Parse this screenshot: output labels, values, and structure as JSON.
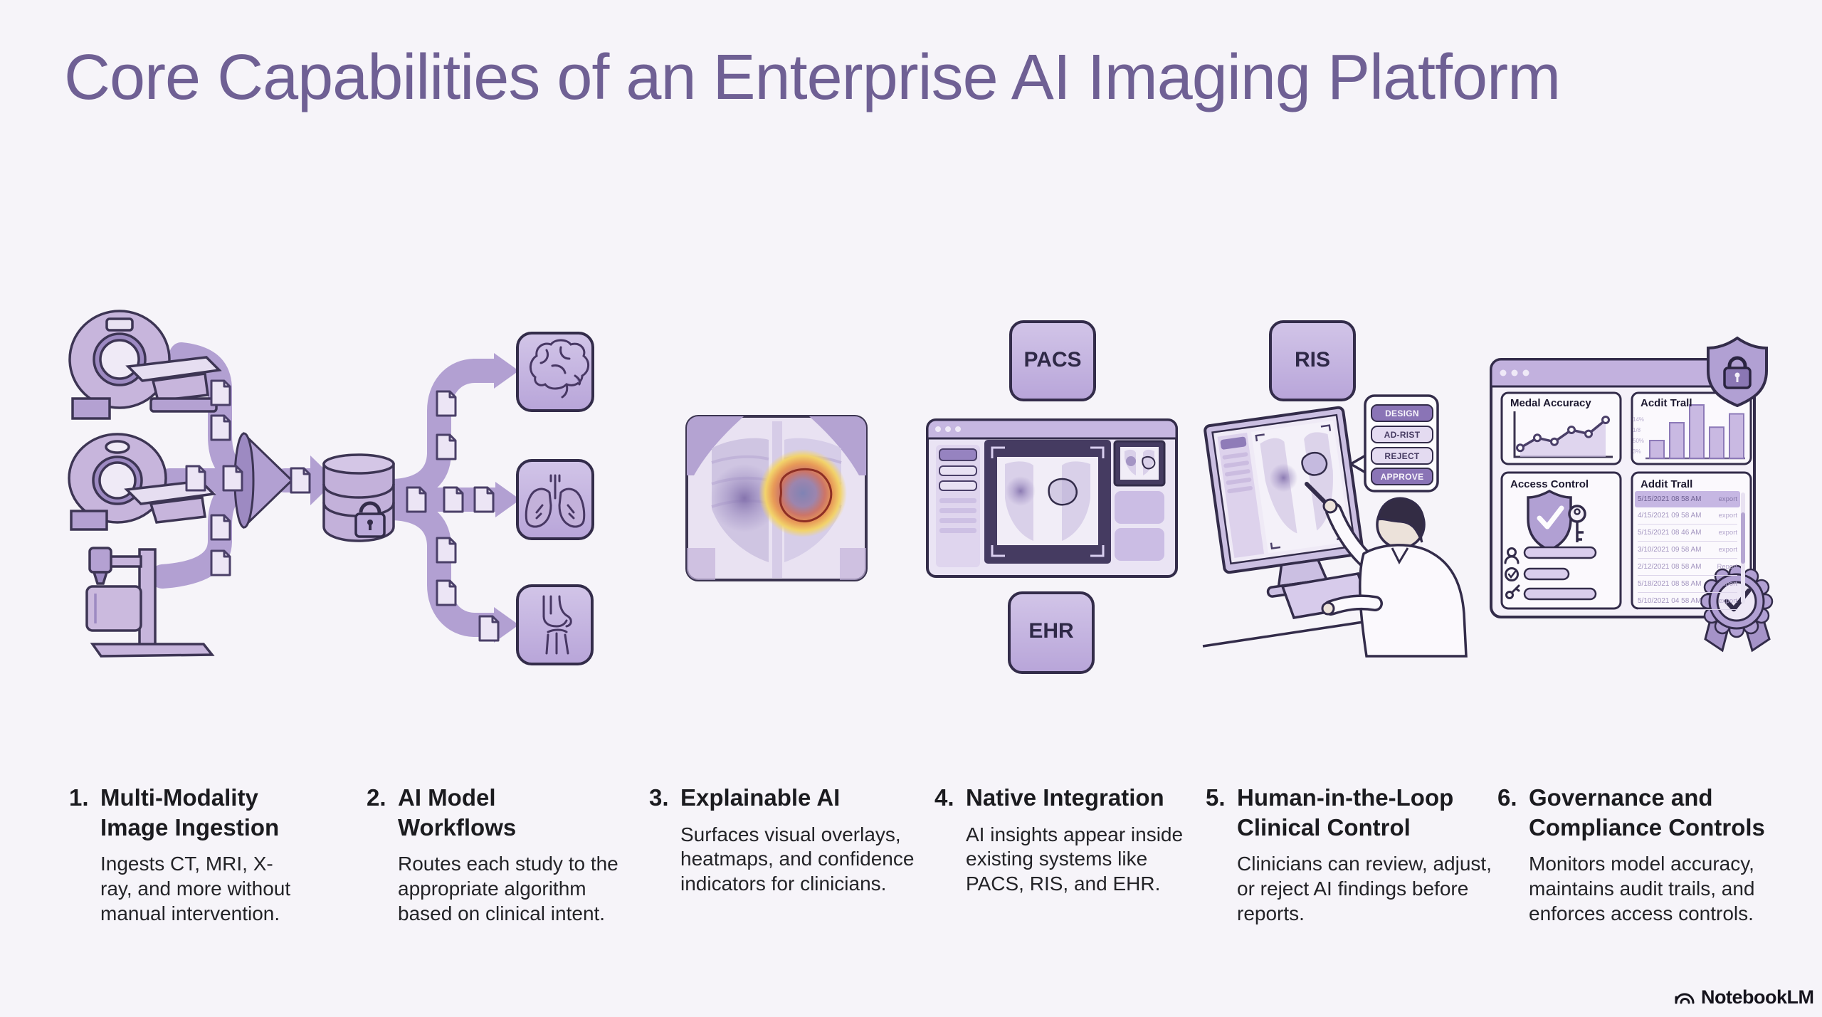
{
  "title": "Core Capabilities of an Enterprise AI Imaging Platform",
  "sections": [
    {
      "number": "1.",
      "title_line1": "Multi-Modality",
      "title_line2": "Image Ingestion",
      "body": "Ingests CT, MRI, X-ray, and more without manual intervention."
    },
    {
      "number": "2.",
      "title_line1": "AI Model",
      "title_line2": "Workflows",
      "body": "Routes each study to the appropriate algorithm based on clinical intent."
    },
    {
      "number": "3.",
      "title_line1": "Explainable AI",
      "title_line2": "",
      "body": "Surfaces visual overlays, heatmaps, and confidence indicators for clinicians."
    },
    {
      "number": "4.",
      "title_line1": "Native Integration",
      "title_line2": "",
      "body": "AI insights appear inside existing systems like PACS, RIS, and EHR."
    },
    {
      "number": "5.",
      "title_line1": "Human-in-the-Loop",
      "title_line2": "Clinical Control",
      "body": "Clinicians can review, adjust, or reject AI findings before reports."
    },
    {
      "number": "6.",
      "title_line1": "Governance and",
      "title_line2": "Compliance Controls",
      "body": "Monitors model accuracy, maintains audit trails, and enforces access controls."
    }
  ],
  "system_labels": {
    "pacs": "PACS",
    "ehr": "EHR",
    "ris": "RIS"
  },
  "review_buttons": [
    "DESIGN",
    "AD-RIST",
    "REJECT",
    "APPROVE"
  ],
  "dashboard": {
    "model_accuracy_title": "Medal Accuracy",
    "audit_chart_title": "Acdit Trall",
    "access_control_title": "Access Control",
    "audit_list_title": "Addit Trall",
    "audit_chart_y_labels": [
      "14%",
      "1/8",
      "50%",
      "3%"
    ],
    "audit_rows": [
      {
        "timestamp": "5/15/2021 08 58 AM",
        "action": "export",
        "highlight": true
      },
      {
        "timestamp": "4/15/2021 09 58 AM",
        "action": "export",
        "highlight": false
      },
      {
        "timestamp": "5/15/2021 08 46 AM",
        "action": "export",
        "highlight": false
      },
      {
        "timestamp": "3/10/2021 09 58 AM",
        "action": "export",
        "highlight": false
      },
      {
        "timestamp": "2/12/2021 08 58 AM",
        "action": "Report",
        "highlight": false
      },
      {
        "timestamp": "5/18/2021 08 58 AM",
        "action": "export",
        "highlight": false
      },
      {
        "timestamp": "5/10/2021 04 58 AM",
        "action": "export",
        "highlight": false
      }
    ]
  },
  "watermark": "NotebookLM",
  "chart_data": [
    {
      "type": "line",
      "name": "model-accuracy-trend",
      "x": [
        1,
        2,
        3,
        4,
        5,
        6
      ],
      "values": [
        1.2,
        2.2,
        1.8,
        3.0,
        2.6,
        4.0
      ],
      "title": "Medal Accuracy"
    },
    {
      "type": "bar",
      "name": "audit-activity",
      "categories": [
        "b1",
        "b2",
        "b3",
        "b4",
        "b5"
      ],
      "values": [
        2,
        4,
        6,
        3.5,
        5
      ],
      "title": "Acdit Trall"
    }
  ],
  "colors": {
    "bg": "#f6f4f9",
    "title": "#6f6094",
    "outline": "#332c4a",
    "fill_light": "#d3c6e8",
    "fill_mid": "#b2a0d2",
    "flow_band": "#b2a0d2",
    "button_filled": "#8a74b6",
    "heat_yellow": "#f2d36b",
    "heat_orange": "#e89a58",
    "heat_outline": "#8e2f24",
    "text": "#1b1b1f"
  }
}
